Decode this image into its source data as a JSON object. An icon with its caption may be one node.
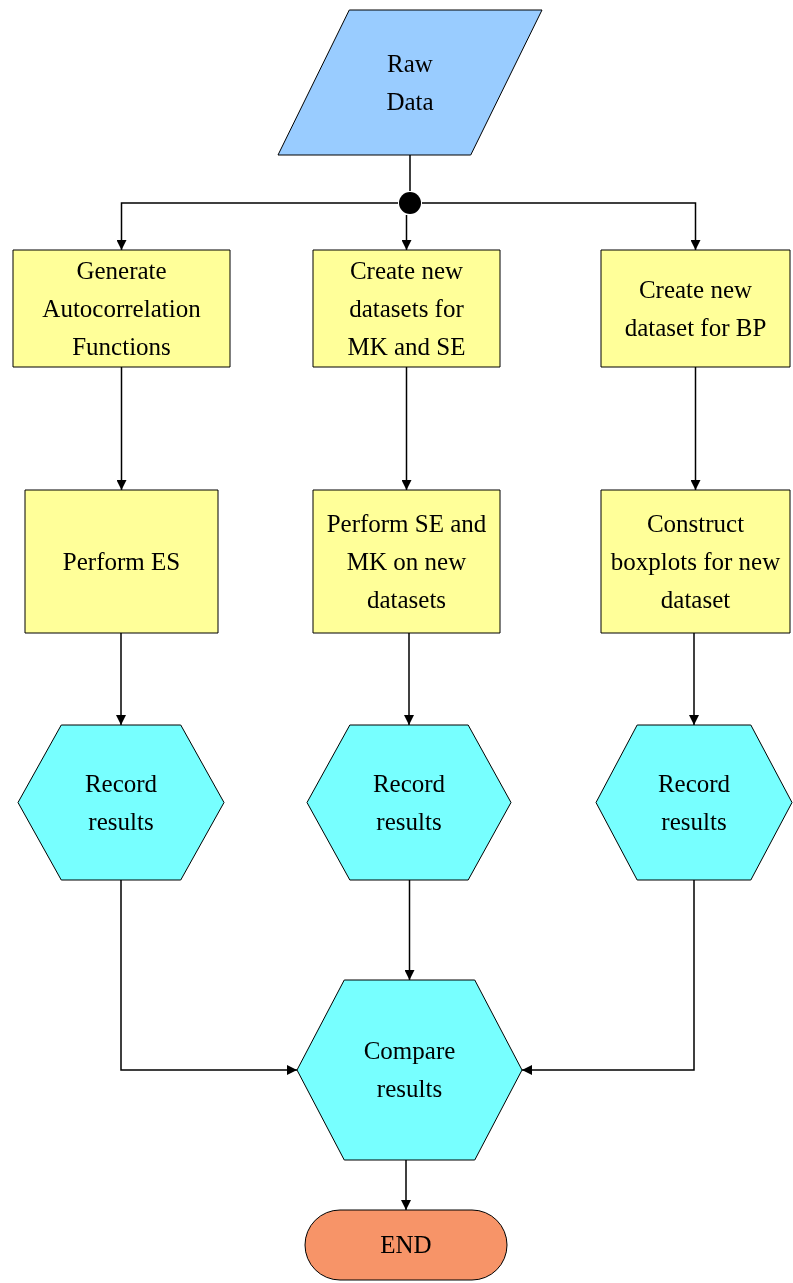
{
  "diagram": {
    "nodes": [
      {
        "text": [
          "Raw Data"
        ]
      },
      {
        "text": [],
        "shape": "circle"
      },
      {
        "text": [
          "Generate Autocorrelation Functions"
        ]
      },
      {
        "text": [
          "Create new datasets for MK and SE"
        ]
      },
      {
        "text": [
          "Create new dataset for BP"
        ]
      },
      {
        "text": [
          "Perform ES"
        ]
      },
      {
        "text": [
          "Perform SE and MK on new datasets"
        ]
      },
      {
        "text": [
          "Construct boxplots for new dataset"
        ]
      },
      {
        "text": [
          "Record results"
        ]
      },
      {
        "text": [
          "Record results"
        ]
      },
      {
        "text": [
          "Record results"
        ]
      },
      {
        "text": [
          "Compare results"
        ]
      },
      {
        "text": [
          "END"
        ]
      }
    ],
    "edges": [
      {
        "from": 0,
        "to": 1,
        "arrow": "none"
      },
      {
        "from": 1,
        "to": 2,
        "arrow": "to"
      },
      {
        "from": 1,
        "to": 3,
        "arrow": "to"
      },
      {
        "from": 1,
        "to": 4,
        "arrow": "to"
      },
      {
        "from": 2,
        "to": 5,
        "arrow": "to"
      },
      {
        "from": 3,
        "to": 6,
        "arrow": "to"
      },
      {
        "from": 4,
        "to": 7,
        "arrow": "to"
      },
      {
        "from": 5,
        "to": 8,
        "arrow": "to"
      },
      {
        "from": 6,
        "to": 9,
        "arrow": "to"
      },
      {
        "from": 7,
        "to": 10,
        "arrow": "to"
      },
      {
        "from": 8,
        "to": 11,
        "arrow": "to"
      },
      {
        "from": 9,
        "to": 11,
        "arrow": "to"
      },
      {
        "from": 10,
        "to": 11,
        "arrow": "to"
      },
      {
        "from": 11,
        "to": 12,
        "arrow": "to"
      }
    ]
  }
}
